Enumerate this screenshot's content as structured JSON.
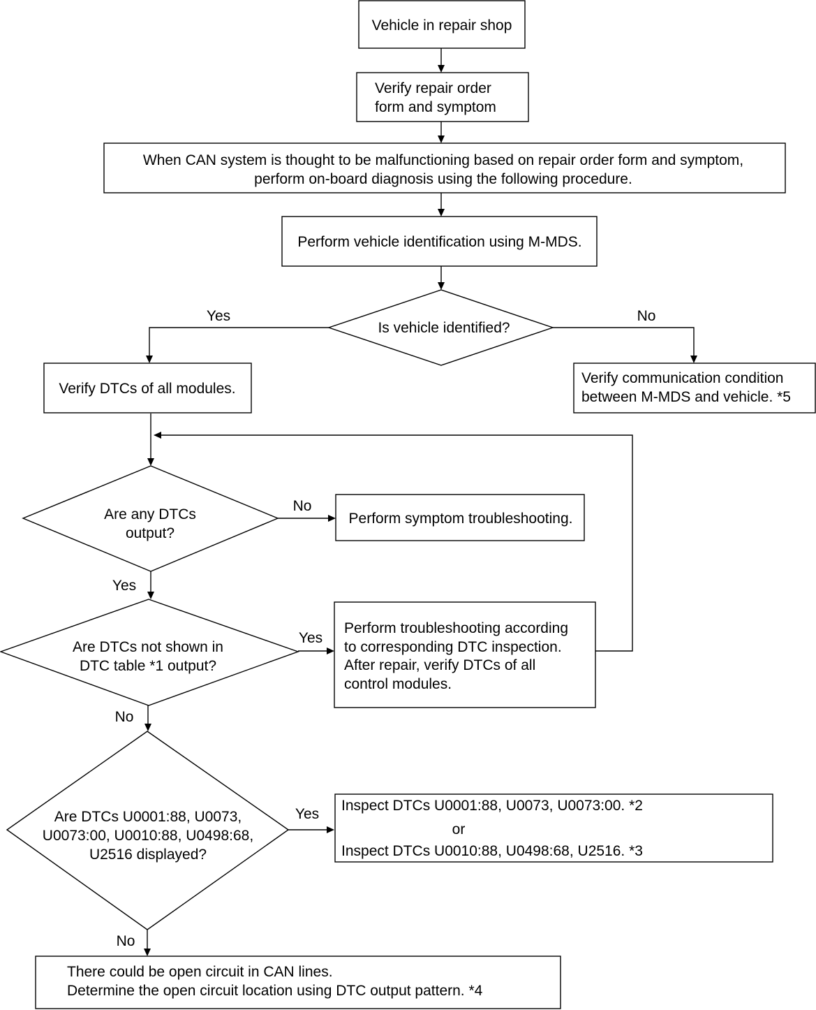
{
  "nodes": {
    "repair_shop": "Vehicle in repair shop",
    "verify_repair_order": [
      "Verify repair order",
      "form and symptom"
    ],
    "can_malfunction": [
      "When CAN system is thought to be malfunctioning based on repair order form and symptom,",
      "perform on-board diagnosis using the following procedure."
    ],
    "vehicle_identification": "Perform vehicle identification using M-MDS.",
    "is_identified": "Is vehicle identified?",
    "verify_dtcs": "Verify DTCs of all modules.",
    "verify_communication": [
      "Verify communication condition",
      "between M-MDS and vehicle. *5"
    ],
    "any_dtcs": [
      "Are any DTCs",
      "output?"
    ],
    "symptom_troubleshooting": "Perform symptom troubleshooting.",
    "dtcs_not_in_table": [
      "Are DTCs not shown in",
      "DTC table *1 output?"
    ],
    "dtc_troubleshooting": [
      "Perform troubleshooting according",
      "to corresponding DTC inspection.",
      "After repair, verify DTCs of all",
      "control modules."
    ],
    "specific_dtcs": [
      "Are DTCs U0001:88, U0073,",
      "U0073:00, U0010:88, U0498:68,",
      "U2516 displayed?"
    ],
    "inspect_dtcs_a": "Inspect DTCs U0001:88, U0073, U0073:00.  *2",
    "inspect_or": "or",
    "inspect_dtcs_b": "Inspect DTCs U0010:88, U0498:68, U2516.  *3",
    "open_circuit": [
      "There could be open circuit in CAN lines.",
      "Determine the open circuit location using DTC output pattern.   *4"
    ]
  },
  "edge_labels": {
    "identified_yes": "Yes",
    "identified_no": "No",
    "any_dtcs_no": "No",
    "any_dtcs_yes": "Yes",
    "not_in_table_yes": "Yes",
    "not_in_table_no": "No",
    "specific_yes": "Yes",
    "specific_no": "No"
  }
}
